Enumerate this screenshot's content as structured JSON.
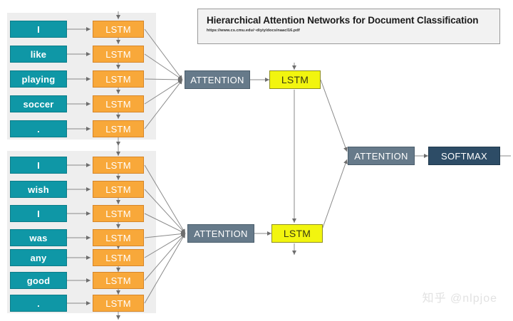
{
  "figure": {
    "title_card": {
      "title": "Hierarchical Attention Networks for Document Classification",
      "url": "https://www.cs.cmu.edu/~diyiy/docs/naacl16.pdf"
    },
    "watermark": "知乎 @nlpjoe",
    "colors": {
      "word_box": "#0f97a6",
      "word_lstm": "#f8a83a",
      "sentence_lstm": "#f2f50f",
      "attention": "#667a8a",
      "softmax": "#2d4c66",
      "panel_background": "#eeeeee",
      "canvas_background": "#ffffff",
      "edge": "#808080"
    },
    "groups": [
      {
        "id": "sentence-1",
        "words": [
          "I",
          "like",
          "playing",
          "soccer",
          "."
        ],
        "word_lstm_label": "LSTM",
        "attention_label": "ATTENTION",
        "sentence_lstm_label": "LSTM"
      },
      {
        "id": "sentence-2",
        "words": [
          "I",
          "wish",
          "I",
          "was",
          "any",
          "good",
          "."
        ],
        "word_lstm_label": "LSTM",
        "attention_label": "ATTENTION",
        "sentence_lstm_label": "LSTM"
      }
    ],
    "document_level": {
      "attention_label": "ATTENTION",
      "softmax_label": "SOFTMAX"
    }
  }
}
